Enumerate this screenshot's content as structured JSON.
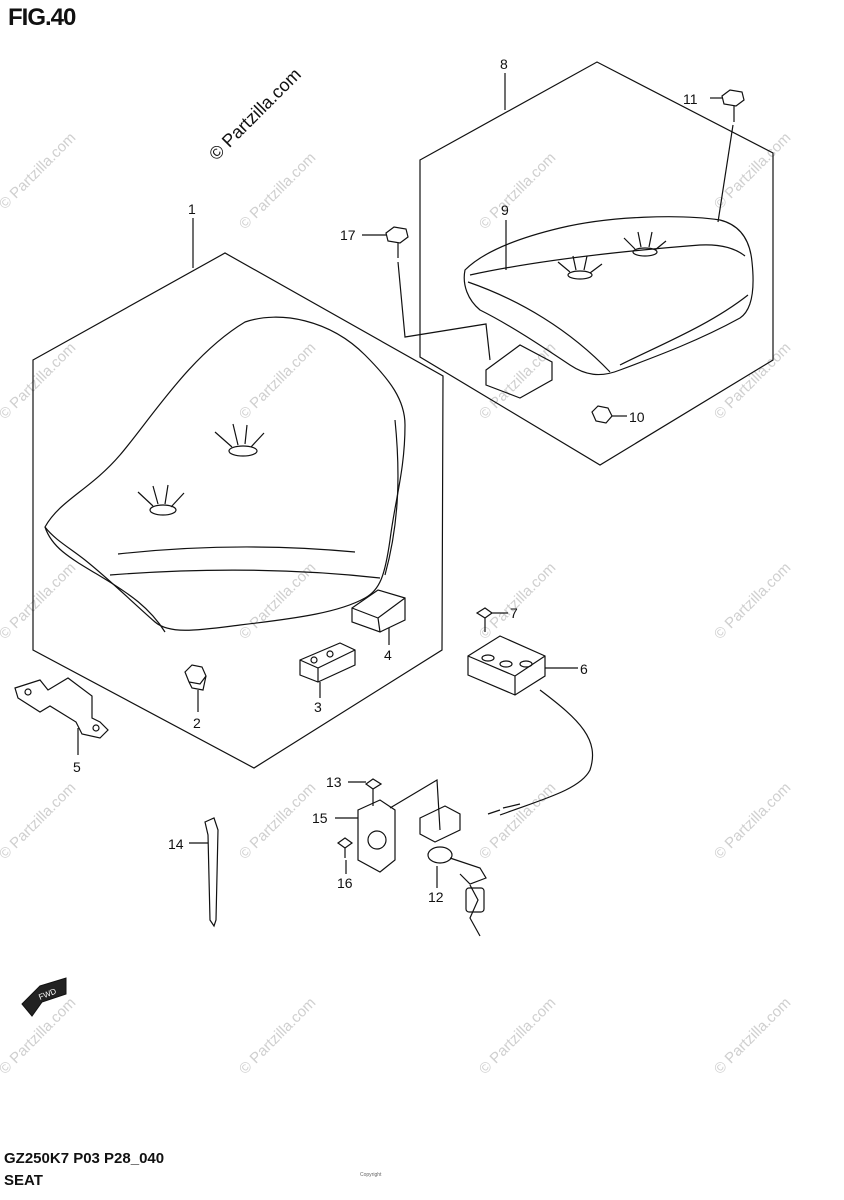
{
  "figure": {
    "title": "FIG.40",
    "model_code": "GZ250K7 P03 P28_040",
    "section_name": "SEAT",
    "copyright_watermark": "© Partzilla.com",
    "footer_note": "Copyright"
  },
  "callouts": [
    "1",
    "2",
    "3",
    "4",
    "5",
    "6",
    "7",
    "8",
    "9",
    "10",
    "11",
    "12",
    "13",
    "14",
    "15",
    "16",
    "17"
  ],
  "watermark_text": "© Partzilla.com",
  "fwd_label": "FWD"
}
